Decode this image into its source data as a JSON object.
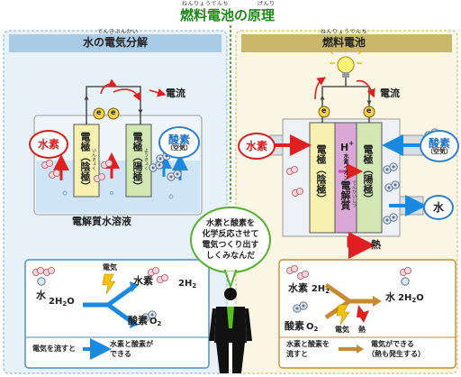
{
  "title": {
    "text": "燃料電池の原理",
    "ruby_left": "ねんりょうでんち",
    "ruby_right": "げんり"
  },
  "left_panel": {
    "header": "水の電気分解",
    "header_ruby": "でんきぶんかい",
    "current_label": "電流",
    "electron": "e",
    "cathode": "電極（陰極）",
    "cathode_ruby": "いんきょく",
    "anode": "電極（陽極）",
    "anode_ruby": "ようきょく",
    "hydrogen": "水素",
    "oxygen": "酸素",
    "oxygen_air": "（空気）",
    "electrolyte": "電解質水溶液",
    "box": {
      "water": "水",
      "water_formula": "2H",
      "water_formula_sub": "2",
      "water_formula_tail": "O",
      "electricity": "電気",
      "hydrogen": "水素",
      "hydrogen_formula": "2H",
      "hydrogen_formula_sub": "2",
      "oxygen": "酸素",
      "oxygen_formula": "O",
      "oxygen_formula_sub": "2",
      "legend_left": "電気を流すと",
      "legend_right_1": "水素と酸素が",
      "legend_right_2": "できる"
    }
  },
  "right_panel": {
    "header": "燃料電池",
    "header_ruby": "ねんりょうでんち",
    "current_label": "電流",
    "electron": "e",
    "cathode": "電極（陰極）",
    "anode": "電極（陽極）",
    "hydrogen": "水素",
    "oxygen": "酸素",
    "oxygen_air": "（空気）",
    "h_ion": "H",
    "h_ion_sup": "+",
    "h_ion_label": "水素イオン",
    "electrolyte": "電解質",
    "electrolyte_ruby": "でんかいしつ",
    "water": "水",
    "heat": "熱",
    "box": {
      "hydrogen": "水素",
      "hydrogen_formula": "2H",
      "hydrogen_formula_sub": "2",
      "oxygen": "酸素",
      "oxygen_formula": "O",
      "oxygen_formula_sub": "2",
      "water": "水",
      "water_formula": "2H",
      "water_formula_sub": "2",
      "water_formula_tail": "O",
      "electricity": "電気",
      "heat": "熱",
      "legend_left_1": "水素と酸素を",
      "legend_left_2": "流すと",
      "legend_right_1": "電気ができる",
      "legend_right_2": "（熱も発生する）"
    }
  },
  "speech": [
    "水素と酸素を",
    "化学反応させて",
    "電気つくり出す",
    "しくみなんだ"
  ],
  "colors": {
    "left_header": "#a9cbe6",
    "right_header": "#c9b86a",
    "electrode_left": "#f6f1b0",
    "electrode_right": "#d2e7b4",
    "electrolyte": "#d9a8d6",
    "red_arrow": "#e02020",
    "blue_arrow": "#1a8ae0",
    "person_shirt": "#55c020"
  }
}
